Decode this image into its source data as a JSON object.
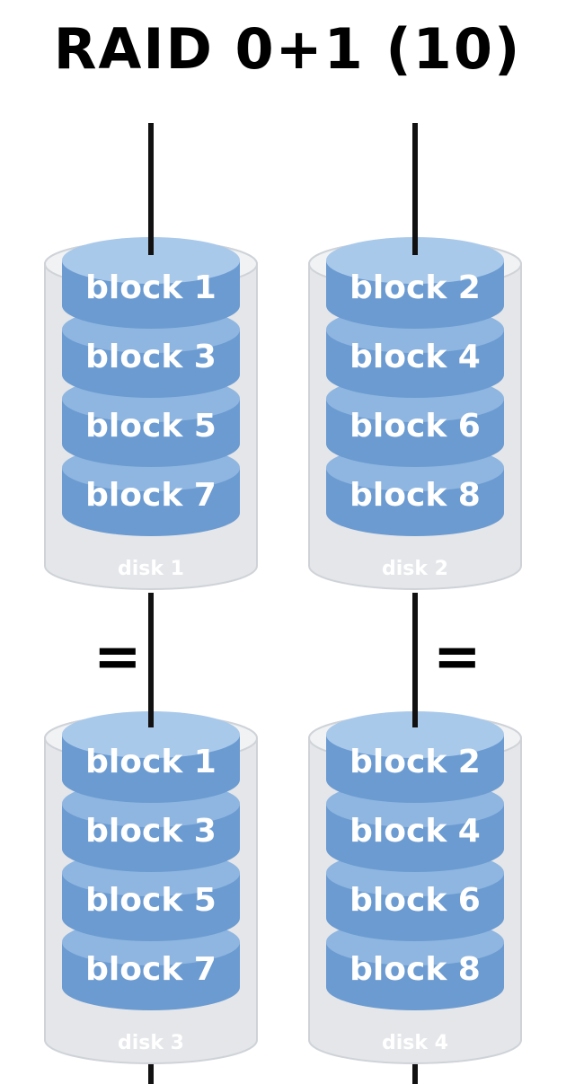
{
  "title": "RAID 0+1 (10)",
  "equals_sign": "=",
  "colors": {
    "block_fill": "#6b9bd1",
    "block_top": "#a9c9ea",
    "block_edge": "#8fb6e0",
    "enclosure": "#e4e6e9",
    "enclosure_edge": "#cfd3d8",
    "label": "#ffffff",
    "wire": "#111111"
  },
  "disks": [
    {
      "label": "disk 1",
      "blocks": [
        "block 1",
        "block 3",
        "block 5",
        "block 7"
      ]
    },
    {
      "label": "disk 2",
      "blocks": [
        "block 2",
        "block 4",
        "block 6",
        "block 8"
      ]
    },
    {
      "label": "disk 3",
      "blocks": [
        "block 1",
        "block 3",
        "block 5",
        "block 7"
      ]
    },
    {
      "label": "disk 4",
      "blocks": [
        "block 2",
        "block 4",
        "block 6",
        "block 8"
      ]
    }
  ]
}
